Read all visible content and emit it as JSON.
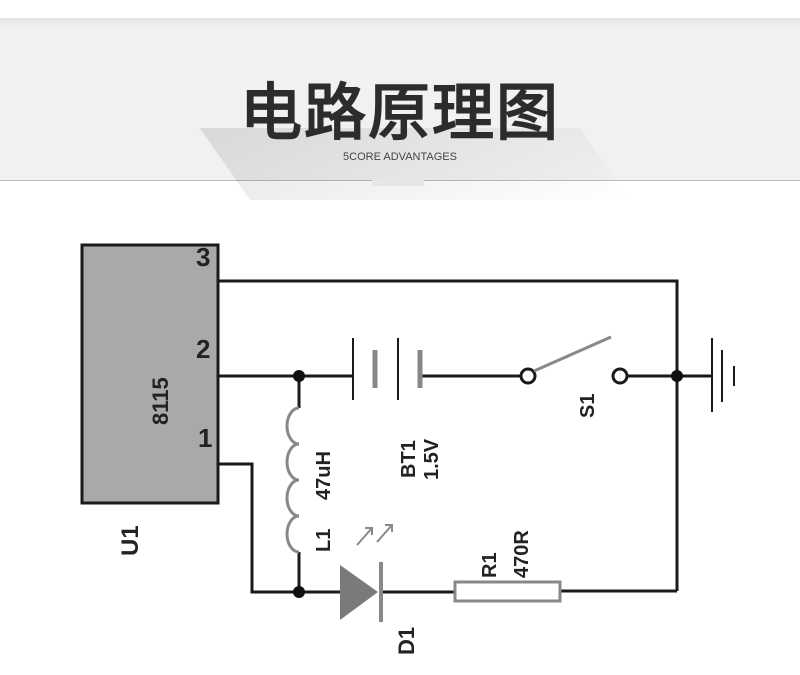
{
  "header": {
    "title": "电路原理图",
    "subtitle": "5CORE ADVANTAGES"
  },
  "schematic": {
    "ic": {
      "ref": "U1",
      "part": "8115",
      "pins": [
        "3",
        "2",
        "1"
      ]
    },
    "battery": {
      "ref": "BT1",
      "value": "1.5V"
    },
    "switch": {
      "ref": "S1"
    },
    "inductor": {
      "ref": "L1",
      "value": "47uH"
    },
    "led": {
      "ref": "D1"
    },
    "resistor": {
      "ref": "R1",
      "value": "470R"
    }
  }
}
